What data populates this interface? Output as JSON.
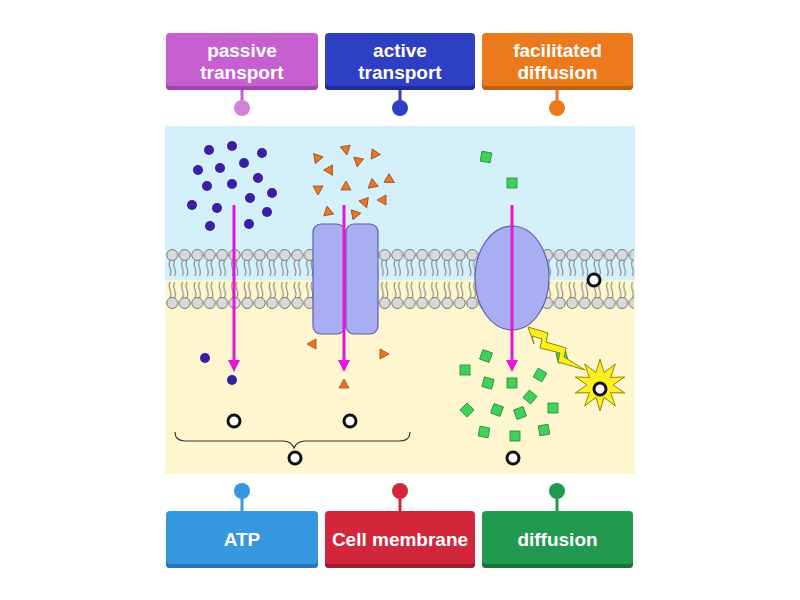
{
  "diagram": {
    "nodes": [
      {
        "text": [
          "passive transport"
        ]
      },
      {
        "text": [
          "active transport"
        ]
      },
      {
        "text": [
          "facilitated diffusion"
        ]
      },
      {
        "text": [
          "ATP"
        ]
      },
      {
        "text": [
          "Cell membrane"
        ]
      },
      {
        "text": [
          "diffusion"
        ]
      }
    ]
  }
}
